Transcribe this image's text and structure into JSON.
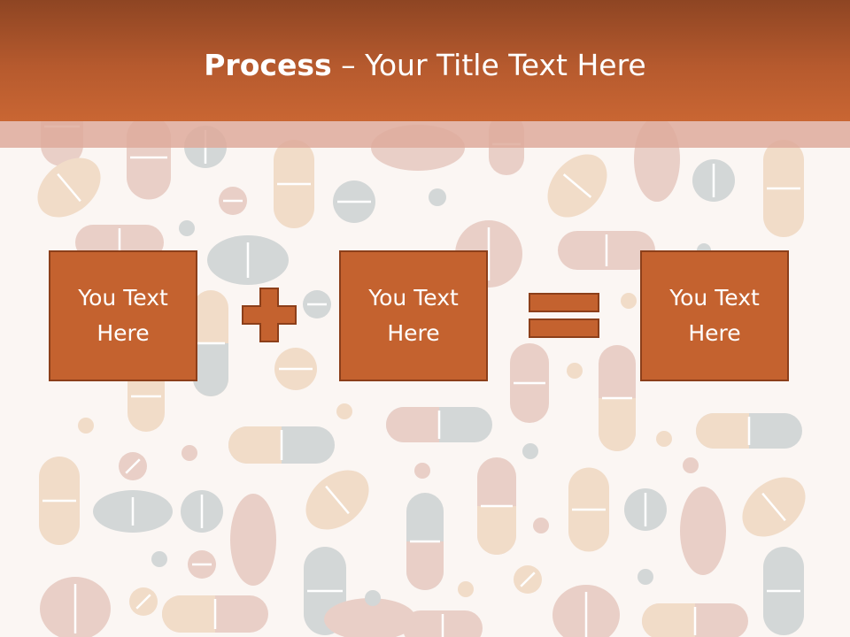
{
  "slide": {
    "title_bold": "Process",
    "title_sep": " – ",
    "title_rest": "Your Title Text Here",
    "boxes": [
      {
        "line1": "You Text",
        "line2": "Here"
      },
      {
        "line1": "You Text",
        "line2": "Here"
      },
      {
        "line1": "You Text",
        "line2": "Here"
      }
    ]
  },
  "colors": {
    "header_dark": "#8e4523",
    "header_light": "#c96633",
    "box_fill": "#c4622f",
    "box_border": "#8c3f1a",
    "pill_pink": "#e9cfc7",
    "pill_peach": "#f1dcc8",
    "pill_gray": "#d3d7d7"
  },
  "icons": {
    "operator_1": "plus-icon",
    "operator_2": "equals-icon"
  }
}
